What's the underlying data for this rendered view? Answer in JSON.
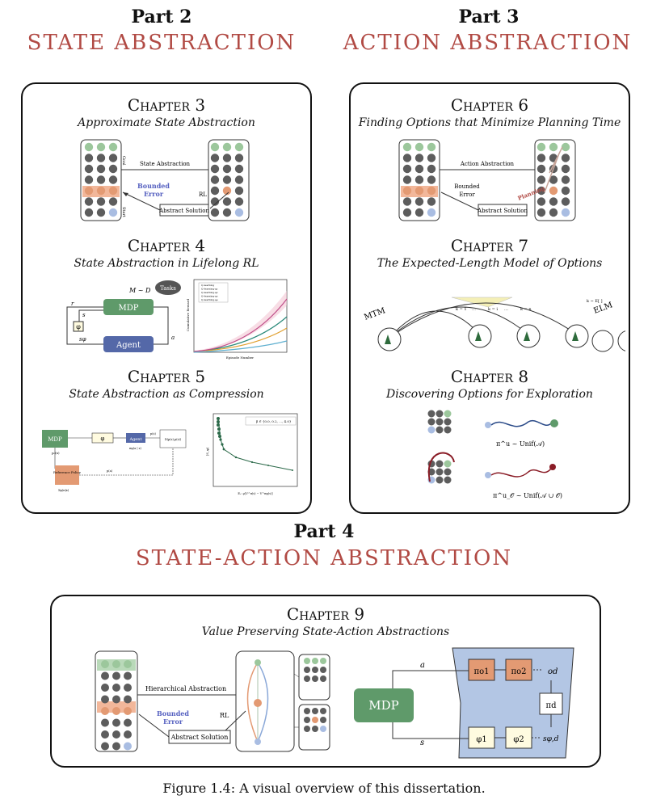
{
  "parts": [
    {
      "num": "Part 2",
      "title": "STATE ABSTRACTION"
    },
    {
      "num": "Part 3",
      "title": "ACTION ABSTRACTION"
    },
    {
      "num": "Part 4",
      "title": "STATE-ACTION ABSTRACTION"
    }
  ],
  "chapters": {
    "c3": {
      "head": "Chapter 3",
      "title": "Approximate State Abstraction"
    },
    "c4": {
      "head": "Chapter 4",
      "title": "State Abstraction in Lifelong RL"
    },
    "c5": {
      "head": "Chapter 5",
      "title": "State Abstraction as Compression"
    },
    "c6": {
      "head": "Chapter 6",
      "title": "Finding Options that Minimize Planning Time"
    },
    "c7": {
      "head": "Chapter 7",
      "title": "The Expected-Length Model of Options"
    },
    "c8": {
      "head": "Chapter 8",
      "title": "Discovering Options for Exploration"
    },
    "c9": {
      "head": "Chapter 9",
      "title": "Value Preserving State-Action Abstractions"
    }
  },
  "labels": {
    "goal": "Goal",
    "start": "Start",
    "state_abstraction": "State Abstraction",
    "bounded": "Bounded",
    "error": "Error",
    "rl": "RL",
    "abstract_solution": "Abstract Solution",
    "action_abstraction": "Action Abstraction",
    "planning": "Planning",
    "hierarchical_abstraction": "Hierarchical Abstraction",
    "mdp": "MDP",
    "agent": "Agent",
    "tasks": "Tasks",
    "m_d": "M ~ D",
    "r": "r",
    "s": "s",
    "a": "a",
    "phi": "φ",
    "s_phi": "sφ",
    "mtm": "MTM",
    "elm": "ELM",
    "k1": "k = 1",
    "ki": "k = i",
    "kn": "k = n",
    "dots": "…",
    "elm_formula": "k ~ E[ ]",
    "pi_unif_a": "π^u ~ Unif(𝒜)",
    "pi_unif_ao": "π^u_𝒪 ~ Unif(𝒜 ∪ 𝒪)",
    "ref_policy": "Reference Policy",
    "beta": "β ∈ {0.0, 0.2, ..., 4.0}",
    "pi_o1": "πo1",
    "pi_o2": "πo2",
    "o_d": "od",
    "pi_d": "πd",
    "phi1": "φ1",
    "phi2": "φ2",
    "s_phi_d": "sφ,d",
    "p_x": "p₀(x)",
    "p_z": "p(z)",
    "q_z": "πφ(a | z)",
    "p_a": "p(a)",
    "pi_e": "Σφ(π|x)",
    "kl": "D(p(z),p(z))",
    "legend4": [
      "Q-learning",
      "Q-learning-φ₁",
      "Q-learning-φ₂",
      "Q-learning-φ₃",
      "Q-learning-φ₄"
    ],
    "axis_cum_reward": "Cumulative Reward",
    "axis_episode": "Episode Number",
    "axis5_x": "Eₛ∼ρ|V^π(s) − V^πφ(s)|",
    "axis5_y": "|S_φ|"
  },
  "caption": "Figure 1.4: A visual overview of this dissertation.",
  "colors": {
    "accent": "#b14a44",
    "goal": "#9cc79c",
    "start": "#a9bde2",
    "highlight": "#e39a73",
    "node": "#5d5d5d",
    "mdp": "#5f9a6a",
    "agent": "#5468a8",
    "panel_bg": "#b3c6e4"
  }
}
